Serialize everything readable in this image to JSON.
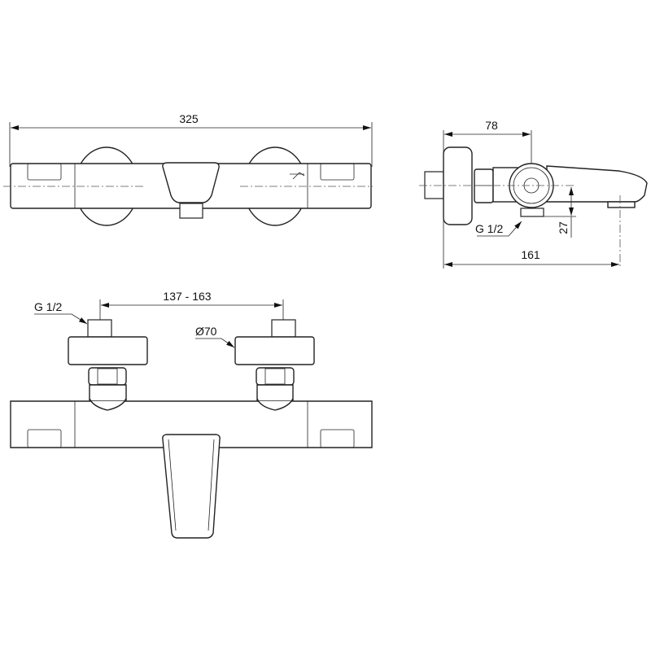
{
  "top_view": {
    "width_dim": "325"
  },
  "side_view": {
    "depth_dim": "78",
    "outlet_thread": "G 1/2",
    "outlet_height_dim": "27",
    "total_depth_dim": "161"
  },
  "front_view": {
    "inlet_thread": "G 1/2",
    "inlet_spacing_dim": "137 - 163",
    "cover_diameter": "Ø70"
  }
}
